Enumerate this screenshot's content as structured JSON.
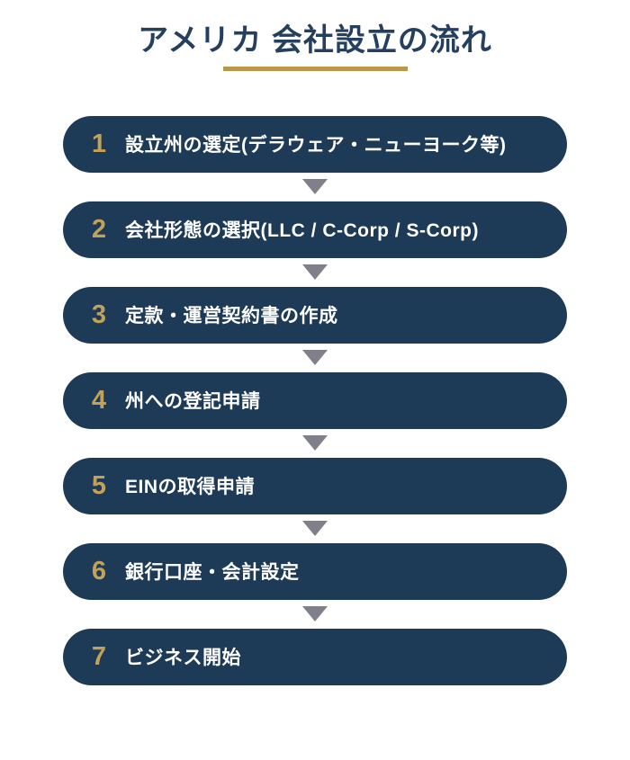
{
  "title": "アメリカ 会社設立の流れ",
  "colors": {
    "title_navy": "#24405e",
    "navy": "#1d3a56",
    "gold": "#b9984a",
    "gold_number": "#c2a258",
    "arrow_gray": "#80808a",
    "step_text": "#ffffff",
    "background": "#ffffff"
  },
  "steps": [
    {
      "number": "1",
      "label": "設立州の選定(デラウェア・ニューヨーク等)"
    },
    {
      "number": "2",
      "label": "会社形態の選択(LLC / C-Corp / S-Corp)"
    },
    {
      "number": "3",
      "label": "定款・運営契約書の作成"
    },
    {
      "number": "4",
      "label": "州への登記申請"
    },
    {
      "number": "5",
      "label": "EINの取得申請"
    },
    {
      "number": "6",
      "label": "銀行口座・会計設定"
    },
    {
      "number": "7",
      "label": "ビジネス開始"
    }
  ]
}
